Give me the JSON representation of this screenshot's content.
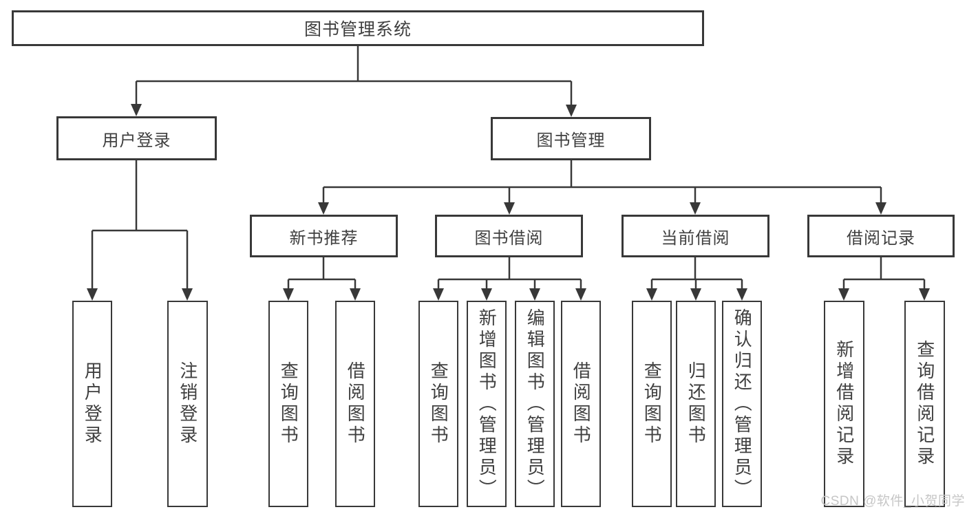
{
  "tree": {
    "label": "图书管理系统",
    "children": [
      {
        "label": "用户登录",
        "children": [
          {
            "label": "用户登录"
          },
          {
            "label": "注销登录"
          }
        ]
      },
      {
        "label": "图书管理",
        "children": [
          {
            "label": "新书推荐",
            "children": [
              {
                "label": "查询图书"
              },
              {
                "label": "借阅图书"
              }
            ]
          },
          {
            "label": "图书借阅",
            "children": [
              {
                "label": "查询图书"
              },
              {
                "label": "新增图书（管理员）"
              },
              {
                "label": "编辑图书（管理员）"
              },
              {
                "label": "借阅图书"
              }
            ]
          },
          {
            "label": "当前借阅",
            "children": [
              {
                "label": "查询图书"
              },
              {
                "label": "归还图书"
              },
              {
                "label": "确认归还（管理员）"
              }
            ]
          },
          {
            "label": "借阅记录",
            "children": [
              {
                "label": "新增借阅记录"
              },
              {
                "label": "查询借阅记录"
              }
            ]
          }
        ]
      }
    ]
  },
  "watermark": "CSDN @软件_小贺同学",
  "colors": {
    "line": "#383838",
    "text": "#3f3f3f",
    "watermark": "#c6c6c6",
    "background": "#ffffff"
  }
}
